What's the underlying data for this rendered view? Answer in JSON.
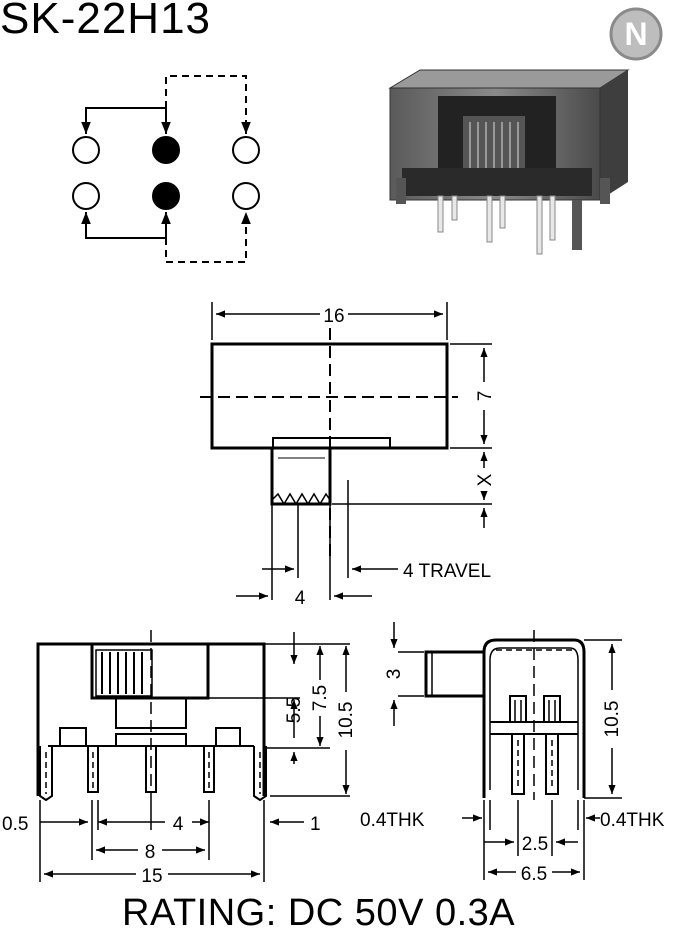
{
  "title": "SK-22H13",
  "logo_letter": "N",
  "rating": "RATING: DC 50V 0.3A",
  "dimensions": {
    "top_width": "16",
    "top_height": "7",
    "top_x": "X",
    "actuator_width": "4",
    "travel": "4 TRAVEL",
    "front_h1": "5.5",
    "front_h2": "7.5",
    "front_h3": "10.5",
    "front_pitch_small": "0.5",
    "front_pitch": "4",
    "front_right": "1",
    "front_span": "8",
    "front_total": "15",
    "side_actuator": "3",
    "side_height": "10.5",
    "thk_left": "0.4THK",
    "thk_right": "0.4THK",
    "side_pitch": "2.5",
    "side_total": "6.5"
  }
}
